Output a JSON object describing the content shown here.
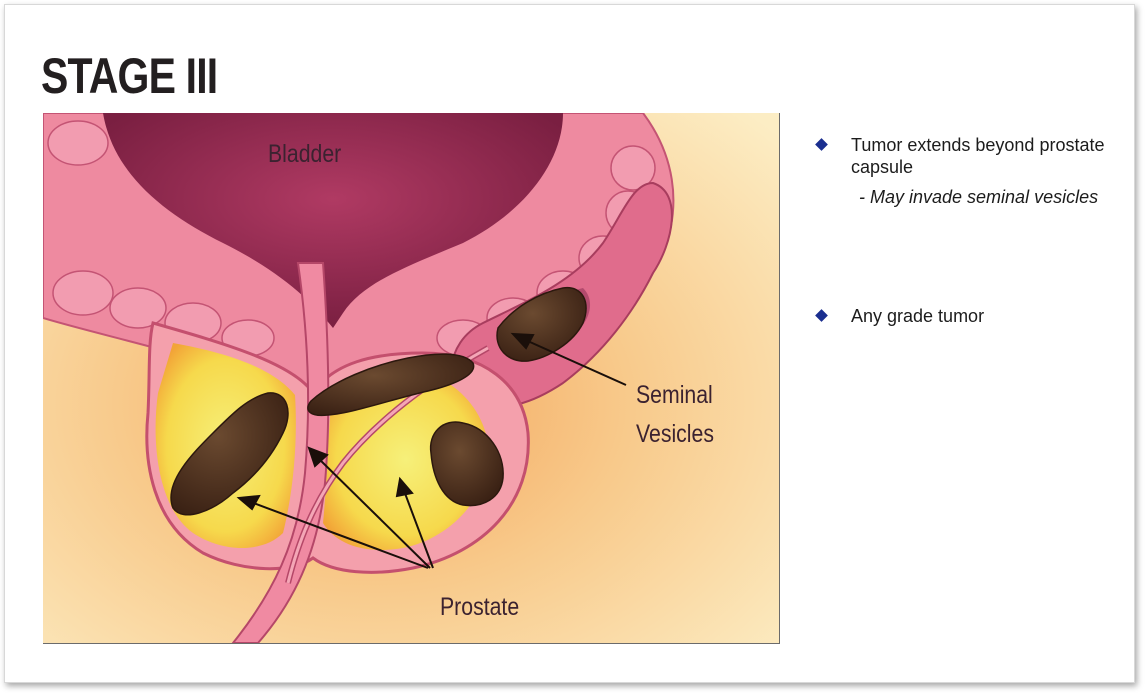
{
  "slide": {
    "title": "STAGE III"
  },
  "figure": {
    "labels": {
      "bladder": "Bladder",
      "seminal_line1": "Seminal",
      "seminal_line2": "Vesicles",
      "prostate": "Prostate"
    },
    "colors": {
      "background": "#fbe3a8",
      "tissue": "#e9708e",
      "bladder": "#9b2f56",
      "prostate_gland": "#f7e86a",
      "tumor": "#4a2c1c"
    }
  },
  "bullets": [
    {
      "text": "Tumor extends beyond prostate capsule",
      "sub": "- May invade seminal vesicles"
    },
    {
      "text": "Any grade tumor"
    }
  ]
}
